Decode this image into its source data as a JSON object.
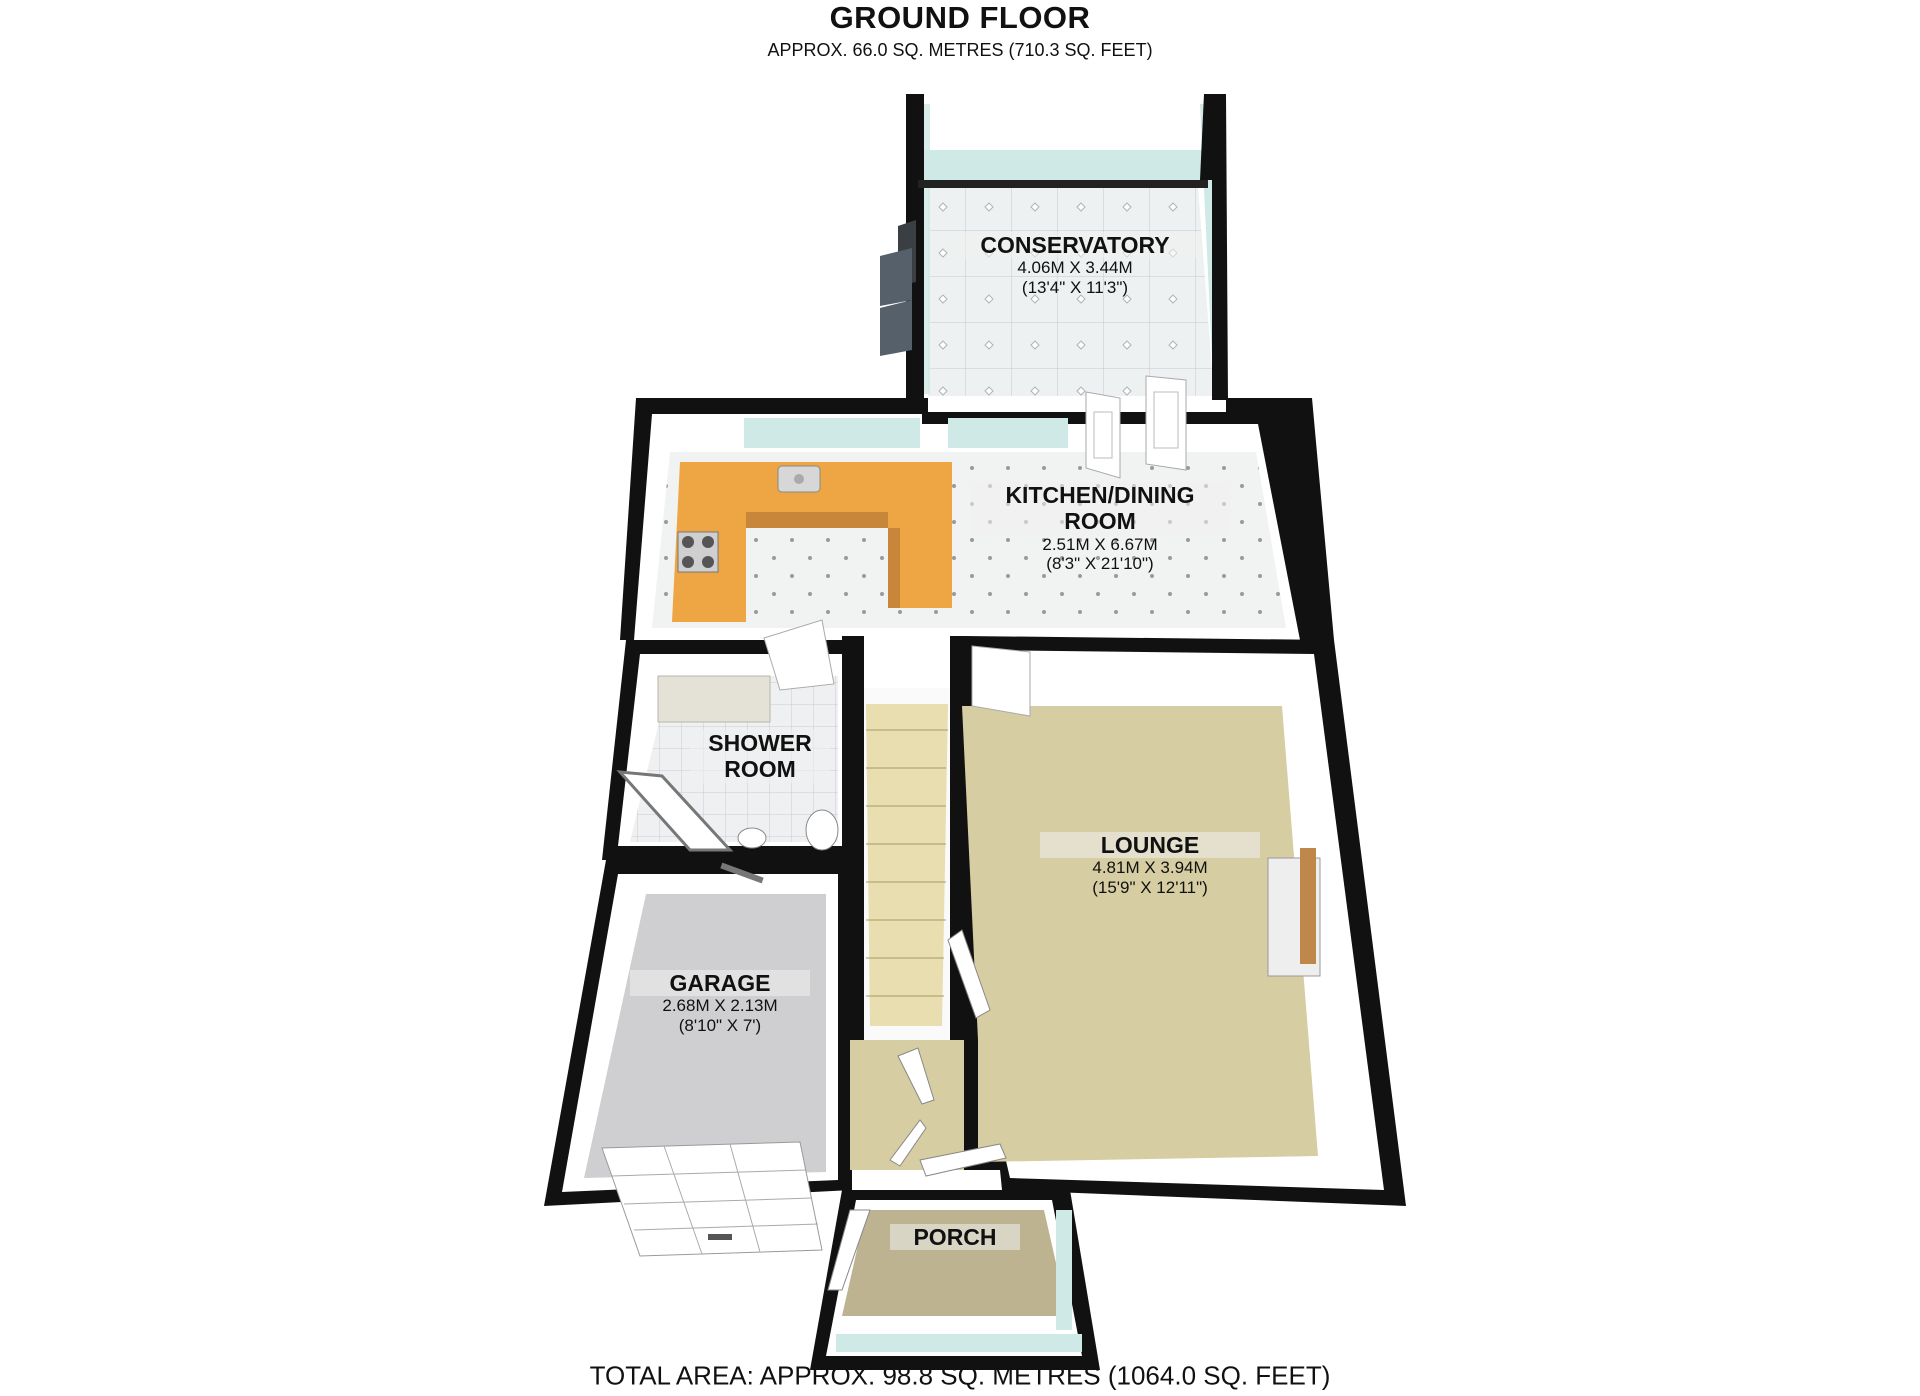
{
  "header": {
    "title": "GROUND FLOOR",
    "subtitle": "APPROX.  66.0 SQ. METRES (710.3 SQ. FEET)"
  },
  "footer": {
    "total": "TOTAL AREA: APPROX.  98.8 SQ. METRES (1064.0 SQ. FEET)"
  },
  "rooms": {
    "conservatory": {
      "name": "CONSERVATORY",
      "size_m": "4.06M X 3.44M",
      "size_ft": "(13'4\" X 11'3\")"
    },
    "kitchen": {
      "name_line1": "KITCHEN/DINING",
      "name_line2": "ROOM",
      "size_m": "2.51M X 6.67M",
      "size_ft": "(8'3\" X 21'10\")"
    },
    "shower": {
      "name_line1": "SHOWER",
      "name_line2": "ROOM"
    },
    "lounge": {
      "name": "LOUNGE",
      "size_m": "4.81M X 3.94M",
      "size_ft": "(15'9\" X 12'11\")"
    },
    "garage": {
      "name": "GARAGE",
      "size_m": "2.68M X 2.13M",
      "size_ft": "(8'10\" X 7')"
    },
    "porch": {
      "name": "PORCH"
    }
  },
  "colors": {
    "wall": "#111111",
    "inner_wall": "#ffffff",
    "tile_floor": "#f1f2f2",
    "lounge_carpet": "#d7cda2",
    "garage_floor": "#cfcfd1",
    "porch_floor": "#bdb390",
    "worktop": "#eea544",
    "glass": "#cfe9e6",
    "stairs": "#e9deaf"
  }
}
